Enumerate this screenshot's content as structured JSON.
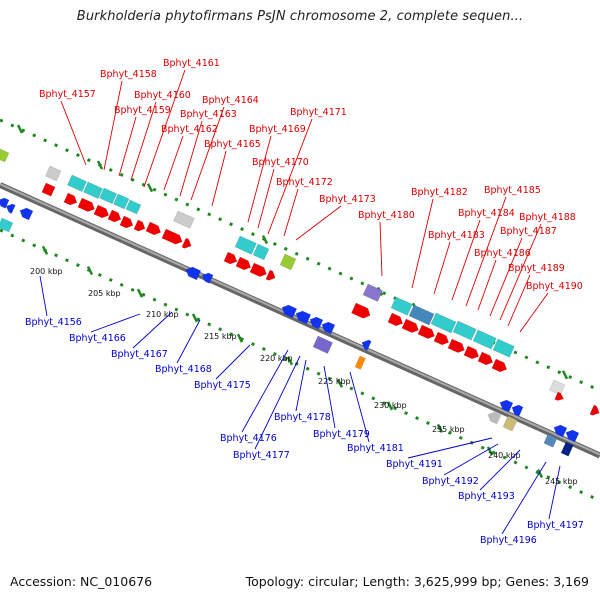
{
  "title": "Burkholderia phytofirmans PsJN chromosome 2, complete sequen...",
  "footer": {
    "accession": "Accession: NC_010676",
    "summary": "Topology: circular; Length: 3,625,999 bp; Genes: 3,169"
  },
  "colors": {
    "forward_label": "#dd0000",
    "reverse_label": "#0000cc",
    "forward_gene": "#ee0000",
    "reverse_gene": "#1133ee",
    "rrna": "#33cccc",
    "trna": "#999999",
    "tick": "#228822",
    "axis": "#888888"
  },
  "kbp_ticks": [
    "200 kbp",
    "205 kbp",
    "210 kbp",
    "215 kbp",
    "220 kbp",
    "225 kbp",
    "230 kbp",
    "235 kbp",
    "240 kbp",
    "245 kbp"
  ],
  "forward_genes": [
    "Bphyt_4157",
    "Bphyt_4158",
    "Bphyt_4159",
    "Bphyt_4160",
    "Bphyt_4161",
    "Bphyt_4162",
    "Bphyt_4163",
    "Bphyt_4164",
    "Bphyt_4165",
    "Bphyt_4169",
    "Bphyt_4170",
    "Bphyt_4171",
    "Bphyt_4172",
    "Bphyt_4173",
    "Bphyt_4180",
    "Bphyt_4182",
    "Bphyt_4183",
    "Bphyt_4184",
    "Bphyt_4185",
    "Bphyt_4186",
    "Bphyt_4187",
    "Bphyt_4188",
    "Bphyt_4189",
    "Bphyt_4190"
  ],
  "reverse_genes": [
    "Bphyt_4156",
    "Bphyt_4166",
    "Bphyt_4167",
    "Bphyt_4168",
    "Bphyt_4175",
    "Bphyt_4176",
    "Bphyt_4177",
    "Bphyt_4178",
    "Bphyt_4179",
    "Bphyt_4181",
    "Bphyt_4191",
    "Bphyt_4192",
    "Bphyt_4193",
    "Bphyt_4196",
    "Bphyt_4197"
  ]
}
